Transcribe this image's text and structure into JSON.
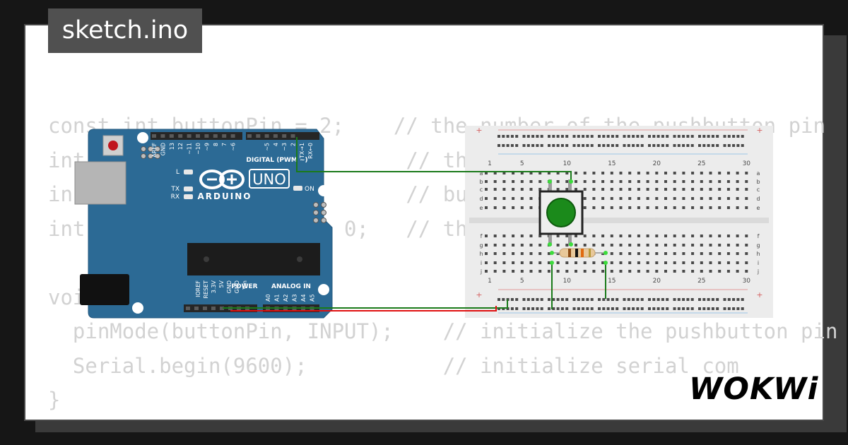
{
  "window": {
    "title": "sketch.ino",
    "brand": "WOKWi"
  },
  "code_lines": [
    "const int buttonPin = 2;    // the number of the pushbutton pin",
    "int                          // the",
    "in                           // bu",
    "int                     0;   // the",
    "",
    "voi",
    "  pinMode(buttonPin, INPUT);    // initialize the pushbutton pin",
    "  Serial.begin(9600);           // initialize serial com",
    "}"
  ],
  "arduino": {
    "model": "UNO",
    "brand": "ARDUINO",
    "digital_header": "DIGITAL (PWM ~)",
    "digital_pins": [
      "AREF",
      "GND",
      "13",
      "12",
      "~11",
      "~10",
      "~9",
      "8",
      "7",
      "~6",
      "~5",
      "4",
      "~3",
      "2",
      "TX→1",
      "RX←0"
    ],
    "led_labels": [
      "L",
      "TX",
      "RX",
      "ON"
    ],
    "power_header": "POWER",
    "power_pins": [
      "IOREF",
      "RESET",
      "3.3V",
      "5V",
      "GND",
      "GND",
      "Vin"
    ],
    "analog_header": "ANALOG IN",
    "analog_pins": [
      "A0",
      "A1",
      "A2",
      "A3",
      "A4",
      "A5"
    ]
  },
  "breadboard": {
    "column_numbers": [
      "1",
      "5",
      "10",
      "15",
      "20",
      "25",
      "30"
    ],
    "rows_top": [
      "a",
      "b",
      "c",
      "d",
      "e"
    ],
    "rows_bottom": [
      "f",
      "g",
      "h",
      "i",
      "j"
    ],
    "rail_plus": "+"
  },
  "colors": {
    "background": "#161616",
    "card": "#ffffff",
    "title_tab": "#505050",
    "code_text": "#d2d2d2",
    "arduino_board": "#2c6a95",
    "wire_signal": "#1a7a1a",
    "wire_power": "#e01010",
    "button_cap": "#1b8a1b"
  }
}
